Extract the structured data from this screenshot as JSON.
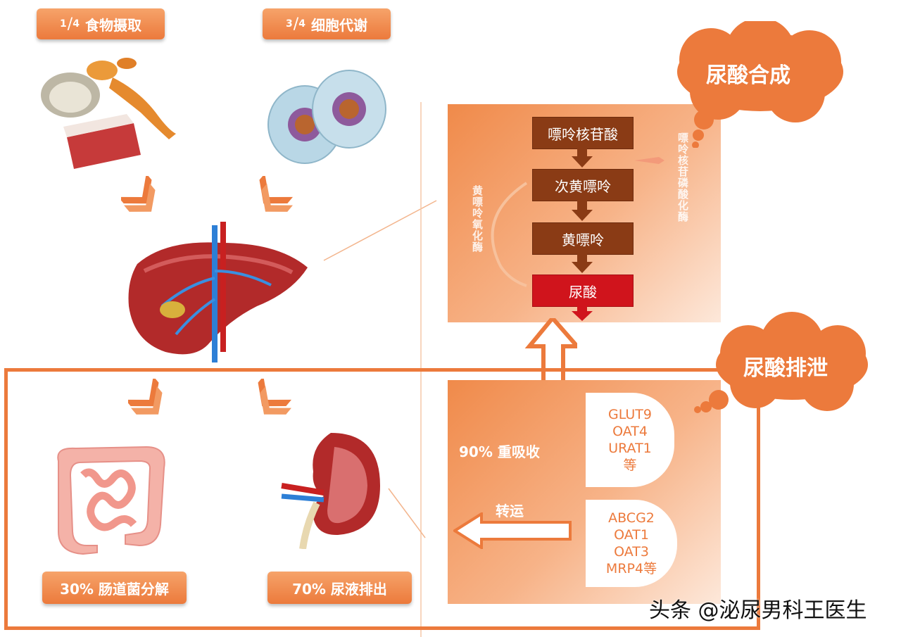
{
  "top_labels": {
    "food": {
      "numerator": "1",
      "denominator": "4",
      "text": "食物摄取"
    },
    "cell": {
      "numerator": "3",
      "denominator": "4",
      "text": "细胞代谢"
    }
  },
  "synthesis": {
    "cloud_title": "尿酸合成",
    "steps": [
      "嘌呤核苷酸",
      "次黄嘌呤",
      "黄嘌呤",
      "尿酸"
    ],
    "left_enzyme": "黄嘌呤氧化酶",
    "right_enzyme": "嘌呤核苷磷酸化酶"
  },
  "excretion": {
    "cloud_title": "尿酸排泄",
    "reabsorb_label": "90% 重吸收",
    "transport_label": "转运",
    "reabsorb_transporters": [
      "GLUT9",
      "OAT4",
      "URAT1",
      "等"
    ],
    "secrete_transporters": [
      "ABCG2",
      "OAT1",
      "OAT3",
      "MRP4等"
    ]
  },
  "bottom_labels": {
    "intestine": "30% 肠道菌分解",
    "urine": "70% 尿液排出"
  },
  "watermark": "头条 @泌尿男科王医生",
  "colors": {
    "accent": "#ec7a3c",
    "step_brown": "#8a3b15",
    "step_red": "#d0141c"
  }
}
